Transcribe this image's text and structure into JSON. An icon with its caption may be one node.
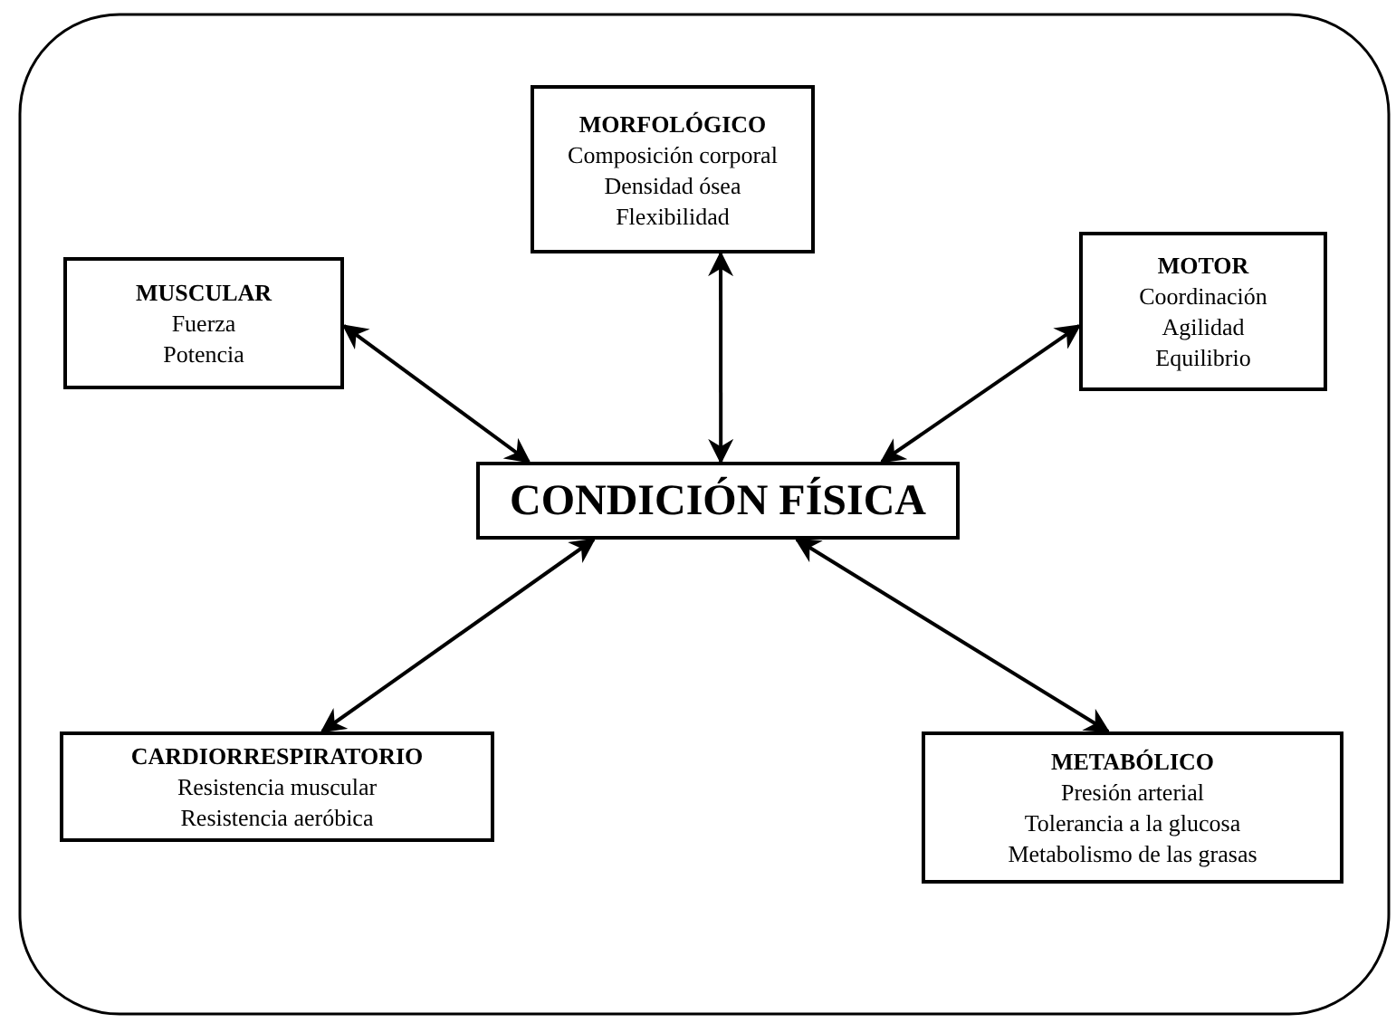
{
  "diagram": {
    "nodes": [
      {
        "text": [
          "MORFOLÓGICO",
          "Composición corporal",
          "Densidad ósea",
          "Flexibilidad"
        ]
      },
      {
        "text": [
          "MUSCULAR",
          "Fuerza",
          "Potencia"
        ]
      },
      {
        "text": [
          "MOTOR",
          "Coordinación",
          "Agilidad",
          "Equilibrio"
        ]
      },
      {
        "text": [
          "CONDICIÓN FÍSICA"
        ]
      },
      {
        "text": [
          "CARDIORRESPIRATORIO",
          "Resistencia muscular",
          "Resistencia aeróbica"
        ]
      },
      {
        "text": [
          "METABÓLICO",
          "Presión arterial",
          "Tolerancia a la glucosa",
          "Metabolismo de las grasas"
        ]
      }
    ],
    "edges": [
      {
        "from": 0,
        "to": 3,
        "arrow": "both"
      },
      {
        "from": 1,
        "to": 3,
        "arrow": "both"
      },
      {
        "from": 2,
        "to": 3,
        "arrow": "both"
      },
      {
        "from": 4,
        "to": 3,
        "arrow": "both"
      },
      {
        "from": 5,
        "to": 3,
        "arrow": "both"
      }
    ]
  }
}
